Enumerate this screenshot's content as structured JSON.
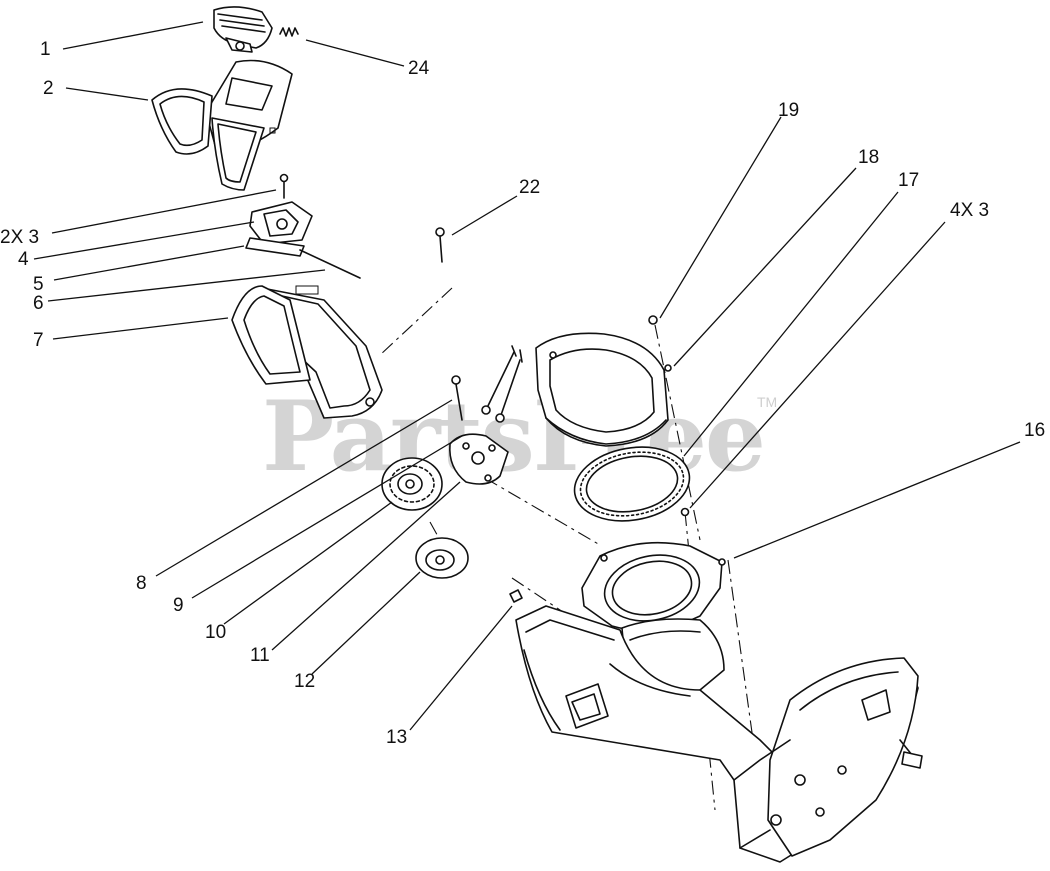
{
  "watermark": {
    "text": "PartsFree",
    "trademark": "TM"
  },
  "callouts": [
    {
      "id": "c1",
      "label": "1"
    },
    {
      "id": "c2",
      "label": "2"
    },
    {
      "id": "c3",
      "label": "2X 3"
    },
    {
      "id": "c4",
      "label": "4"
    },
    {
      "id": "c5",
      "label": "5"
    },
    {
      "id": "c6",
      "label": "6"
    },
    {
      "id": "c7",
      "label": "7"
    },
    {
      "id": "c8",
      "label": "8"
    },
    {
      "id": "c9",
      "label": "9"
    },
    {
      "id": "c10",
      "label": "10"
    },
    {
      "id": "c11",
      "label": "11"
    },
    {
      "id": "c12",
      "label": "12"
    },
    {
      "id": "c13",
      "label": "13"
    },
    {
      "id": "c16",
      "label": "16"
    },
    {
      "id": "c17",
      "label": "17"
    },
    {
      "id": "c18",
      "label": "18"
    },
    {
      "id": "c19",
      "label": "19"
    },
    {
      "id": "c22",
      "label": "22"
    },
    {
      "id": "c24",
      "label": "24"
    },
    {
      "id": "c43",
      "label": "4X 3"
    }
  ]
}
